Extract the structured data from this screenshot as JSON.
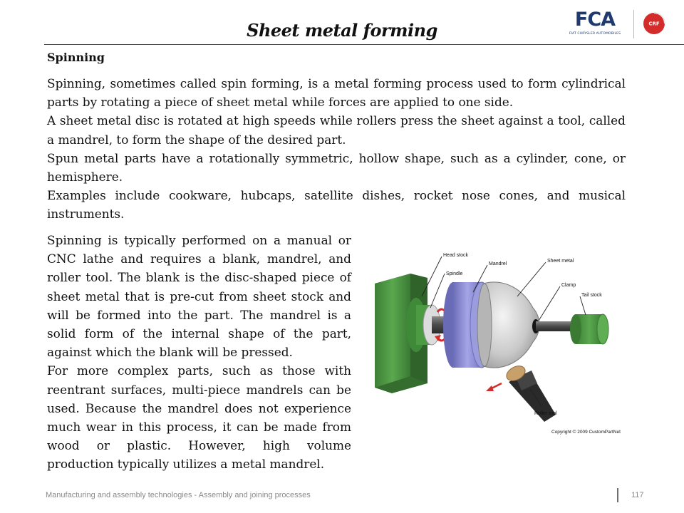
{
  "slide": {
    "title": "Sheet metal forming",
    "section_heading": "Spinning"
  },
  "logos": {
    "fca_letters": "FCA",
    "fca_subtitle": "FIAT CHRYSLER AUTOMOBILES",
    "crf_text": "CRF",
    "fca_color": "#1f3a6e",
    "crf_color": "#d42b2b"
  },
  "intro_paragraphs": [
    "Spinning, sometimes called spin forming, is a metal forming process used to form cylindrical parts by rotating a piece of sheet metal while forces are applied to one side.",
    "A sheet metal disc is rotated at high speeds while rollers press the sheet against a tool, called a mandrel, to form the shape of the desired part.",
    "Spun metal parts have a rotationally symmetric, hollow shape, such as a cylinder, cone, or hemisphere.",
    "Examples include cookware, hubcaps, satellite dishes, rocket nose cones, and musical instruments."
  ],
  "column_paragraphs": [
    "Spinning is typically performed on a manual or CNC lathe and requires a blank, mandrel, and roller tool. The blank is the disc-shaped piece of sheet metal that is pre-cut from sheet stock and will be formed into the part. The mandrel is a solid form of the internal shape of the part, against which the blank will be pressed.",
    "For more complex parts, such as those with reentrant surfaces, multi-piece mandrels can be used. Because the mandrel does not experience much wear in this process, it can be made from wood or plastic. However, high volume production typically utilizes a metal mandrel."
  ],
  "diagram": {
    "labels": {
      "head_stock": "Head stock",
      "spindle": "Spindle",
      "mandrel": "Mandrel",
      "sheet_metal": "Sheet metal",
      "clamp": "Clamp",
      "tail_stock": "Tail stock",
      "roller_tool": "Roller tool"
    },
    "copyright": "Copyright © 2009 CustomPartNet",
    "colors": {
      "stock_green": "#4f9a45",
      "mandrel_blue": "#8e8fd6",
      "sheet_gray": "#c8c8c8",
      "roller_tan": "#c8a06a",
      "arrow_red": "#d42b2b"
    }
  },
  "footer": {
    "text": "Manufacturing and assembly technologies - Assembly and joining processes",
    "page_number": "117"
  }
}
